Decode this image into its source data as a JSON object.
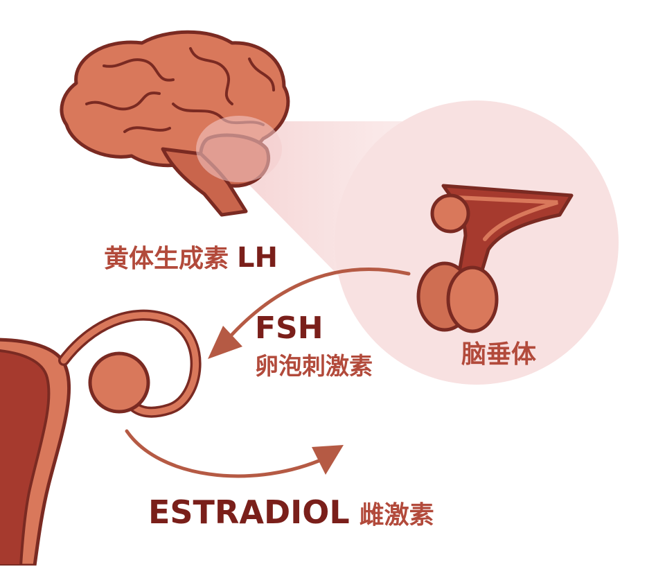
{
  "labels": {
    "lh_cn": "黄体生成素",
    "lh_en": "LH",
    "fsh_en": "FSH",
    "fsh_cn": "卵泡刺激素",
    "pituitary": "脑垂体",
    "estradiol_en": "ESTRADIOL",
    "estradiol_cn": "雌激素"
  },
  "colors": {
    "organ_fill": "#d37458",
    "organ_dark": "#a94134",
    "outline": "#7a2a22",
    "arrow": "#b55a44",
    "zoom_circle": "#f7dcdc",
    "text_dark": "#7a1f1a",
    "text_light": "#b24a3b"
  }
}
